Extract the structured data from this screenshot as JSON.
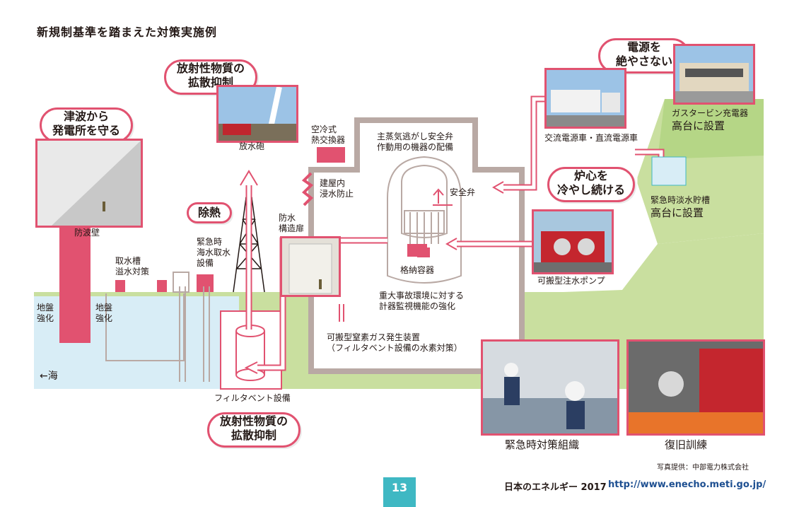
{
  "title": "新規制基準を踏まえた対策実施例",
  "bubbles": {
    "tsunami": [
      "津波から",
      "発電所を守る"
    ],
    "radiation_top": [
      "放射性物質の",
      "拡散抑制"
    ],
    "heat": "除熱",
    "power": [
      "電源を",
      "絶やさない"
    ],
    "core": [
      "炉心を",
      "冷やし続ける"
    ],
    "radiation_bottom": [
      "放射性物質の",
      "拡散抑制"
    ]
  },
  "labels": {
    "seawall": "防波壁",
    "water_cannon": "放水砲",
    "air_hx": [
      "空冷式",
      "熱交換器"
    ],
    "flood_prevention": [
      "建屋内",
      "浸水防止"
    ],
    "watertight_door": [
      "防水",
      "構造扉"
    ],
    "intake": [
      "取水槽",
      "溢水対策"
    ],
    "emergency_intake": [
      "緊急時",
      "海水取水",
      "設備"
    ],
    "ground1": [
      "地盤",
      "強化"
    ],
    "ground2": [
      "地盤",
      "強化"
    ],
    "sea": "←海",
    "relief_valve_equipment": [
      "主蒸気逃がし安全弁",
      "作動用の機器の配備"
    ],
    "safety_valve": "安全弁",
    "containment": "格納容器",
    "monitoring": [
      "重大事故環境に対する",
      "計器監視機能の強化"
    ],
    "nitrogen": [
      "可搬型窒素ガス発生装置",
      "（フィルタベント設備の水素対策）"
    ],
    "filter_vent": "フィルタベント設備",
    "power_truck": "交流電源車・直流電源車",
    "gas_turbine": [
      "ガスタービン充電器",
      "高台に設置"
    ],
    "fresh_water": [
      "緊急時淡水貯槽",
      "高台に設置"
    ],
    "pump": "可搬型注水ポンプ",
    "emergency_org": "緊急時対策組織",
    "recovery": "復旧訓練"
  },
  "credit": "写真提供：中部電力株式会社",
  "page_number": "13",
  "footer": {
    "publication": "日本のエネルギー 2017",
    "url": "http://www.enecho.meti.go.jp/"
  },
  "colors": {
    "accent": "#e15270",
    "building": "#b9a9a4",
    "land": "#c9df9f",
    "sea": "#d8edf6",
    "footer_badge": "#3fb8c3"
  }
}
